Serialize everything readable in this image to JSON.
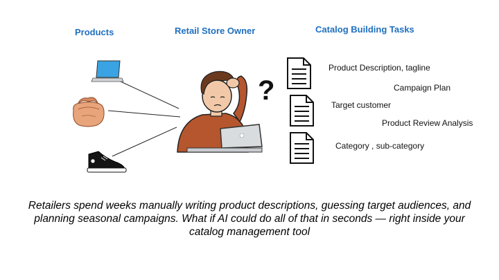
{
  "headings": {
    "products": "Products",
    "owner": "Retail Store Owner",
    "tasks": "Catalog Building Tasks"
  },
  "products": [
    {
      "icon": "laptop-icon"
    },
    {
      "icon": "handbag-icon"
    },
    {
      "icon": "sneaker-icon"
    }
  ],
  "question_mark": "?",
  "tasks": [
    "Product Description, tagline",
    "Campaign Plan",
    "Target customer",
    "Product Review Analysis",
    "Category , sub-category"
  ],
  "caption": "Retailers spend weeks manually writing product descriptions, guessing target audiences, and planning seasonal campaigns. What if AI could do all of that in seconds — right inside your catalog management tool",
  "colors": {
    "heading": "#1f6fbf",
    "laptop_screen": "#3aa3e3",
    "bag": "#e8a47a",
    "shirt": "#b5562e"
  }
}
